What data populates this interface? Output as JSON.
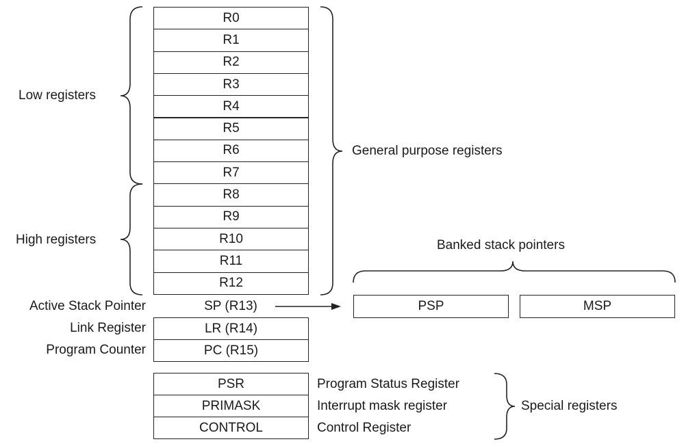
{
  "registers": [
    "R0",
    "R1",
    "R2",
    "R3",
    "R4",
    "R5",
    "R6",
    "R7",
    "R8",
    "R9",
    "R10",
    "R11",
    "R12"
  ],
  "sp": {
    "label": "SP (R13)",
    "name": "Active Stack Pointer"
  },
  "lr": {
    "label": "LR (R14)",
    "name": "Link Register"
  },
  "pc": {
    "label": "PC (R15)",
    "name": "Program Counter"
  },
  "groups": {
    "low": "Low registers",
    "high": "High registers",
    "general": "General purpose registers",
    "banked": "Banked stack pointers",
    "special": "Special registers"
  },
  "banked": {
    "psp": "PSP",
    "msp": "MSP"
  },
  "special_registers": [
    {
      "label": "PSR",
      "description": "Program Status Register"
    },
    {
      "label": "PRIMASK",
      "description": "Interrupt mask register"
    },
    {
      "label": "CONTROL",
      "description": "Control Register"
    }
  ]
}
